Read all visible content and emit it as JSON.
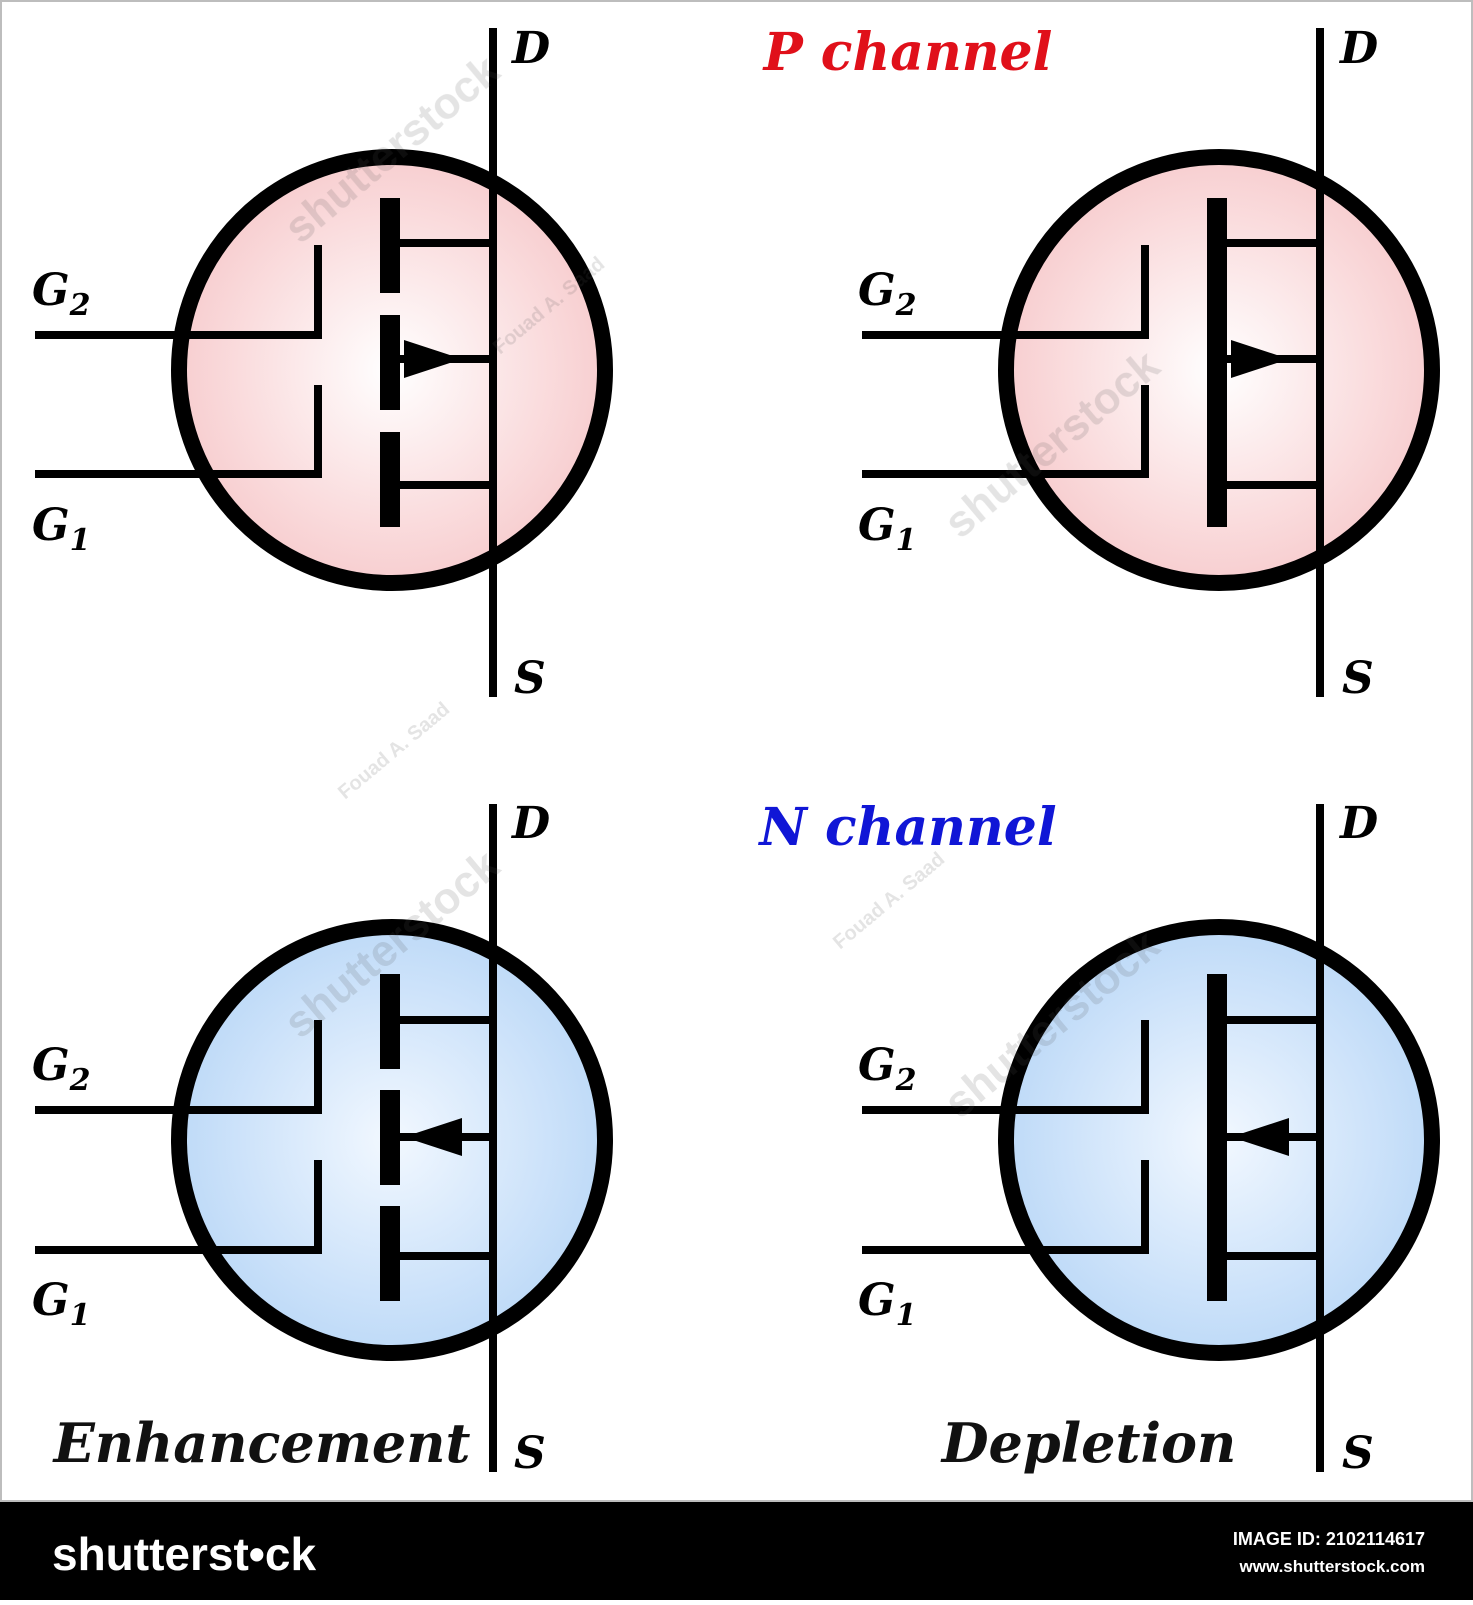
{
  "headings": {
    "p_channel": "P channel",
    "n_channel": "N channel",
    "p_color": "#e0101a",
    "n_color": "#1016d6"
  },
  "labels": {
    "drain": "D",
    "source": "S",
    "gate2": "G",
    "gate2_sub": "2",
    "gate1": "G",
    "gate1_sub": "1"
  },
  "modes": {
    "enhancement": "Enhancement",
    "depletion": "Depletion"
  },
  "colors": {
    "p_fill_center": "#ffffff",
    "p_fill_edge": "#f7c9cb",
    "n_fill_center": "#f2f8ff",
    "n_fill_edge": "#b9d7f7",
    "stroke": "#000000"
  },
  "watermark": {
    "brand": "shutterstock",
    "author": "Fouad A. Saad"
  },
  "footer": {
    "logo": "shutterst•ck",
    "image_id": "IMAGE ID: 2102114617",
    "site": "www.shutterstock.com"
  }
}
